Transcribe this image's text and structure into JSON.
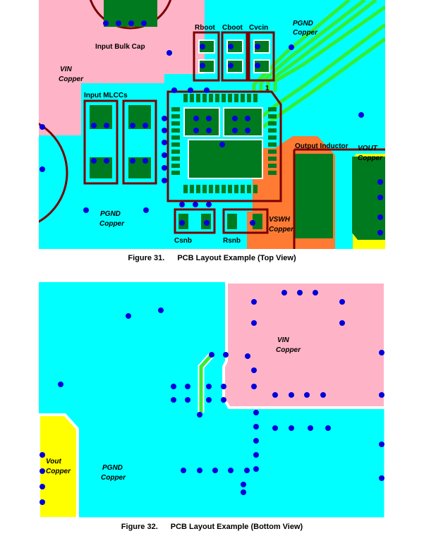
{
  "figures": [
    {
      "number": "Figure 31.",
      "title": "PCB Layout Example (Top View)",
      "labels": {
        "rboot": "Rboot",
        "cboot": "Cboot",
        "cvcin": "Cvcin",
        "pgnd_top_right": "PGND",
        "copper_top_right": "Copper",
        "input_bulk_cap": "Input Bulk Cap",
        "vin": "VIN",
        "vin_copper": "Copper",
        "input_mlccs": "Input MLCCs",
        "pin1": "1",
        "output_inductor": "Output Inductor",
        "vout": "VOUT",
        "vout_copper": "Copper",
        "pgnd_bottom": "PGND",
        "pgnd_bottom_copper": "Copper",
        "vswh": "VSWH",
        "vswh_copper": "Copper",
        "csnb": "Csnb",
        "rsnb": "Rsnb"
      }
    },
    {
      "number": "Figure 32.",
      "title": "PCB Layout Example (Bottom View)",
      "labels": {
        "vin": "VIN",
        "vin_copper": "Copper",
        "vout": "Vout",
        "vout_copper": "Copper",
        "pgnd": "PGND",
        "pgnd_copper": "Copper"
      }
    }
  ],
  "colors": {
    "pgnd": "#00ffff",
    "vin": "#ffb3c7",
    "vout": "#ffff00",
    "vswh": "#ff7a33",
    "pad": "#007a1e",
    "trace": "#33ee33",
    "via": "#0000dd",
    "outline": "#7a0000"
  }
}
